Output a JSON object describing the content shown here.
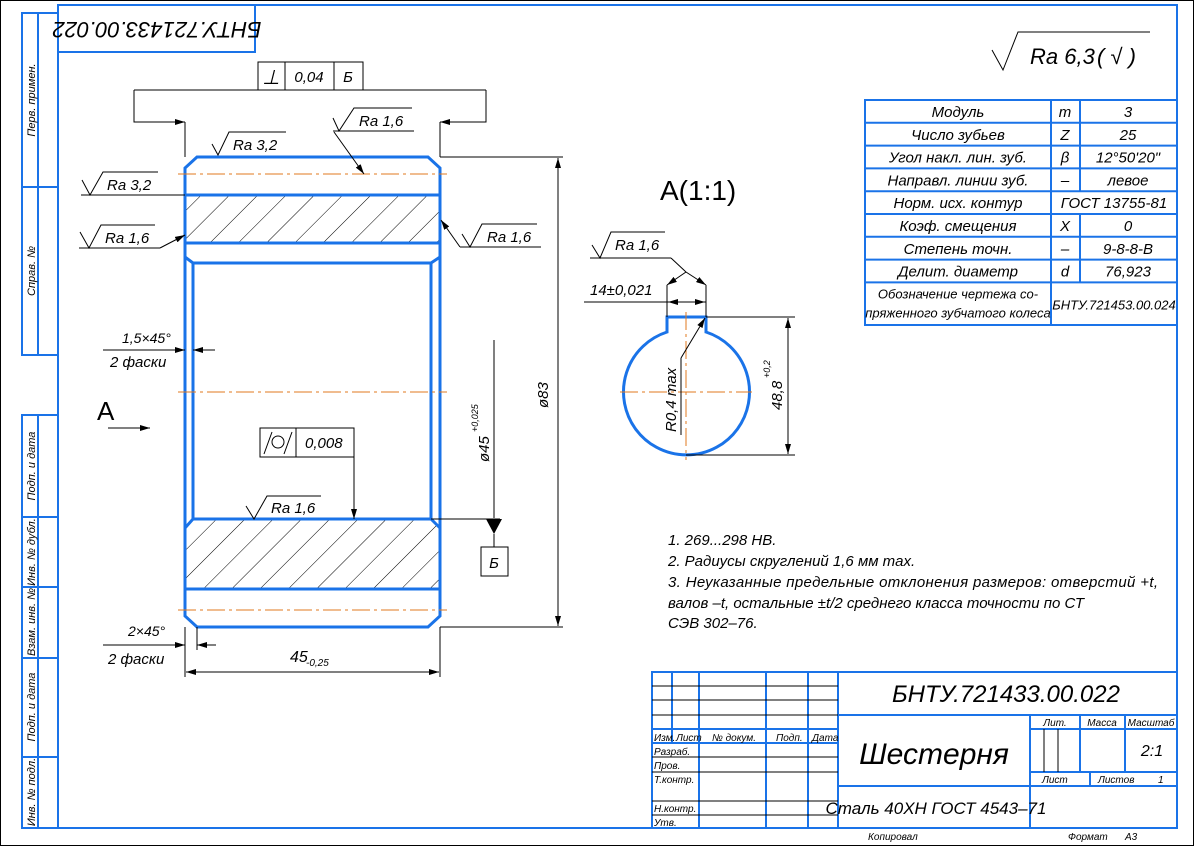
{
  "stamp_code": "БНТУ.721433.00.022",
  "general_roughness": {
    "label": "Ra 6,3",
    "suffix": "( √ )"
  },
  "side_strip": [
    "Перв. примен.",
    "Справ. №",
    "Подп. и дата",
    "Инв. № дубл.",
    "Взам. инв. №",
    "Подп. и дата",
    "Инв. № подл."
  ],
  "main_view": {
    "perpendicularity": {
      "symbol": "⊥",
      "value": "0,04",
      "datum": "Б"
    },
    "circular_runout": {
      "symbol": "runout",
      "value": "0,008"
    },
    "roughness": [
      "Ra 3,2",
      "Ra 1,6",
      "Ra 3,2",
      "Ra 1,6",
      "Ra 1,6",
      "Ra 1,6"
    ],
    "chamfer_top": {
      "size": "1,5×45°",
      "note": "2 фаски"
    },
    "chamfer_bottom": {
      "size": "2×45°",
      "note": "2 фаски"
    },
    "view_label": "A",
    "dim_outer": "ø83",
    "dim_bore": "ø45",
    "dim_bore_tol": "+0,025",
    "dim_width": "45",
    "dim_width_tol": "-0,25",
    "datum": "Б"
  },
  "section_view": {
    "title": "A(1:1)",
    "roughness": "Ra 1,6",
    "key_width": "14±0,021",
    "radius": "R0,4 max",
    "depth": "48,8",
    "depth_tol": "+0,2"
  },
  "params_table": [
    {
      "name": "Модуль",
      "sym": "m",
      "val": "3"
    },
    {
      "name": "Число зубьев",
      "sym": "Z",
      "val": "25"
    },
    {
      "name": "Угол накл. лин. зуб.",
      "sym": "β",
      "val": "12°50'20\""
    },
    {
      "name": "Направл. линии зуб.",
      "sym": "–",
      "val": "левое"
    },
    {
      "name": "Норм. исх. контур",
      "sym": "",
      "val": "ГОСТ 13755-81"
    },
    {
      "name": "Коэф. смещения",
      "sym": "X",
      "val": "0"
    },
    {
      "name": "Степень точн.",
      "sym": "–",
      "val": "9-8-8-B"
    },
    {
      "name": "Делит. диаметр",
      "sym": "d",
      "val": "76,923"
    },
    {
      "name": "Обозначение чертежа со-",
      "name2": "пряженного зубчатого колеса",
      "sym": "",
      "val": "БНТУ.721453.00.024"
    }
  ],
  "notes": [
    "1. 269...298 HB.",
    "2. Радиусы скруглений 1,6 мм max.",
    "3. Неуказанные предельные отклонения размеров: отверстий +t,",
    "валов –t, остальные ±t/2 среднего класса точности по СТ",
    "СЭВ 302–76."
  ],
  "title_block": {
    "code": "БНТУ.721433.00.022",
    "name": "Шестерня",
    "material": "Сталь 40ХН ГОСТ 4543–71",
    "headers": [
      "Изм.",
      "Лист",
      "№ докум.",
      "Подп.",
      "Дата"
    ],
    "roles": [
      "Разраб.",
      "Пров.",
      "Т.контр.",
      "Н.контр.",
      "Утв."
    ],
    "lit_label": "Лит.",
    "mass_label": "Масса",
    "scale_label": "Масштаб",
    "scale": "2:1",
    "sheet_label": "Лист",
    "sheets_label": "Листов",
    "sheets": "1",
    "copied": "Копировал",
    "format_label": "Формат",
    "format": "A3"
  }
}
